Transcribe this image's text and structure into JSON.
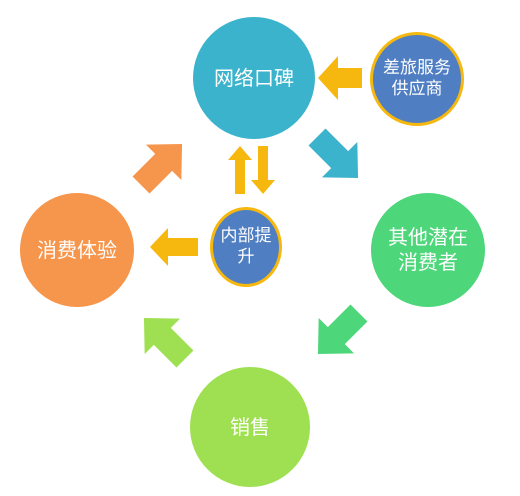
{
  "nodes": {
    "wangluo_koubei": "网络口碑",
    "chailv_fuwu": "差旅服务供应商",
    "xiaofei_tiyan": "消费体验",
    "neibu_tisheng": "内部提升",
    "qita_qianzai": "其他潜在消费者",
    "xiaoshou": "销售"
  },
  "colors": {
    "wangluo_koubei": "#3bb3cc",
    "chailv_fuwu": "#4f7ec2",
    "xiaofei_tiyan": "#f6954c",
    "neibu_tisheng": "#4f7ec2",
    "qita_qianzai": "#4dd67a",
    "xiaoshou": "#9fe052",
    "gold": "#f6b80f",
    "arrow_teal": "#3bb3cc",
    "arrow_green": "#4dd67a",
    "arrow_lime": "#9fe052",
    "arrow_orange": "#f6954c"
  }
}
